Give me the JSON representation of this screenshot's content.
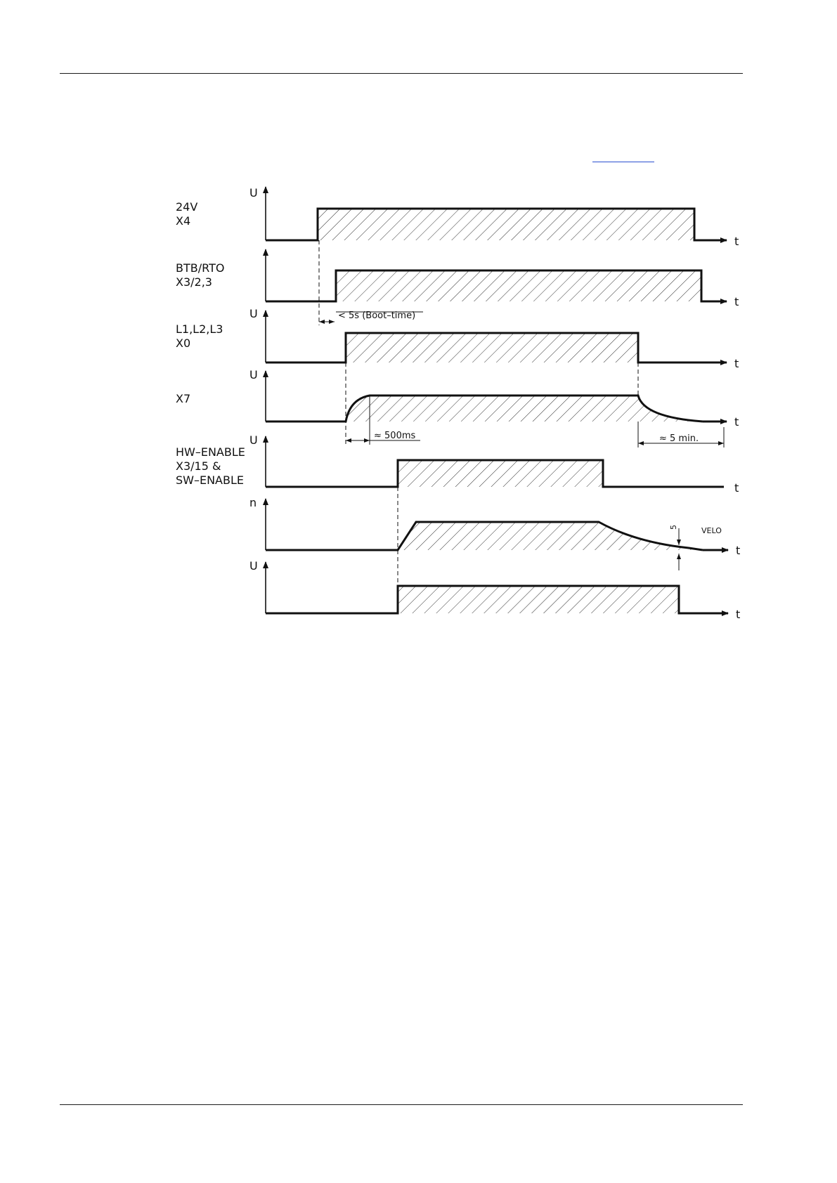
{
  "page": {
    "header_rule": true,
    "footer_rule": true,
    "cross_reference_link": ""
  },
  "diagram": {
    "signals": [
      {
        "id": "24v",
        "labels": [
          "24V",
          "X4"
        ],
        "axis_label": "U",
        "time_label": "t"
      },
      {
        "id": "btb",
        "labels": [
          "BTB/RTO",
          "X3/2,3"
        ],
        "axis_label": "",
        "time_label": "t"
      },
      {
        "id": "mains",
        "labels": [
          "L1,L2,L3",
          "X0"
        ],
        "axis_label": "U",
        "time_label": "t"
      },
      {
        "id": "x7",
        "labels": [
          "X7"
        ],
        "axis_label": "U",
        "time_label": "t"
      },
      {
        "id": "enable",
        "labels": [
          "HW–ENABLE",
          "X3/15   &",
          "SW–ENABLE"
        ],
        "axis_label": "U",
        "time_label": "t"
      },
      {
        "id": "speed",
        "labels": [],
        "axis_label": "n",
        "time_label": "t"
      },
      {
        "id": "brake",
        "labels": [],
        "axis_label": "U",
        "time_label": "t"
      }
    ],
    "annotations": {
      "boot_time": "< 5s (Boot–time)",
      "charge_time": "≈ 500ms",
      "discharge_time": "≈ 5 min.",
      "velo_value": "5",
      "velo_label": "VELO"
    },
    "colors": {
      "line": "#111111",
      "hatch": "#333333",
      "link": "#2a4fd0"
    }
  }
}
